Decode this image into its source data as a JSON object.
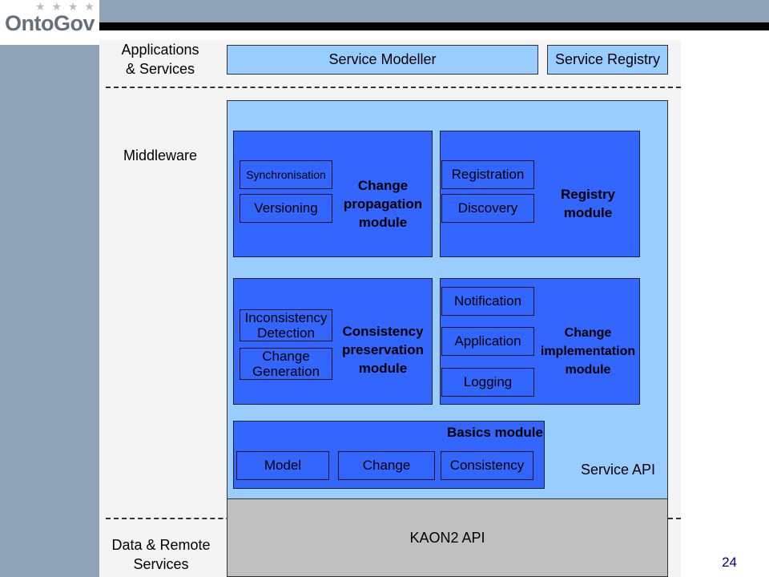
{
  "logo": {
    "text": "OntoGov",
    "stars": "★ ★ ★ ★"
  },
  "layers": {
    "applications": "Applications\n& Services",
    "middleware": "Middleware",
    "data": "Data & Remote\nServices"
  },
  "applications": {
    "service_modeller": "Service Modeller",
    "service_registry": "Service Registry"
  },
  "modules": {
    "change_propagation": {
      "label": "Change\npropagation\nmodule",
      "items": [
        "Synchronisation",
        "Versioning"
      ]
    },
    "registry": {
      "label": "Registry\nmodule",
      "items": [
        "Registration",
        "Discovery"
      ]
    },
    "consistency_preservation": {
      "label": "Consistency\npreservation\nmodule",
      "items": [
        "Inconsistency\nDetection",
        "Change\nGeneration"
      ]
    },
    "change_implementation": {
      "label": "Change\nimplementation\nmodule",
      "items": [
        "Notification",
        "Application",
        "Logging"
      ]
    },
    "basics": {
      "label": "Basics module",
      "items": [
        "Model",
        "Change",
        "Consistency"
      ]
    }
  },
  "service_api": "Service API",
  "kaon2_api": "KAON2 API",
  "page_number": "24"
}
